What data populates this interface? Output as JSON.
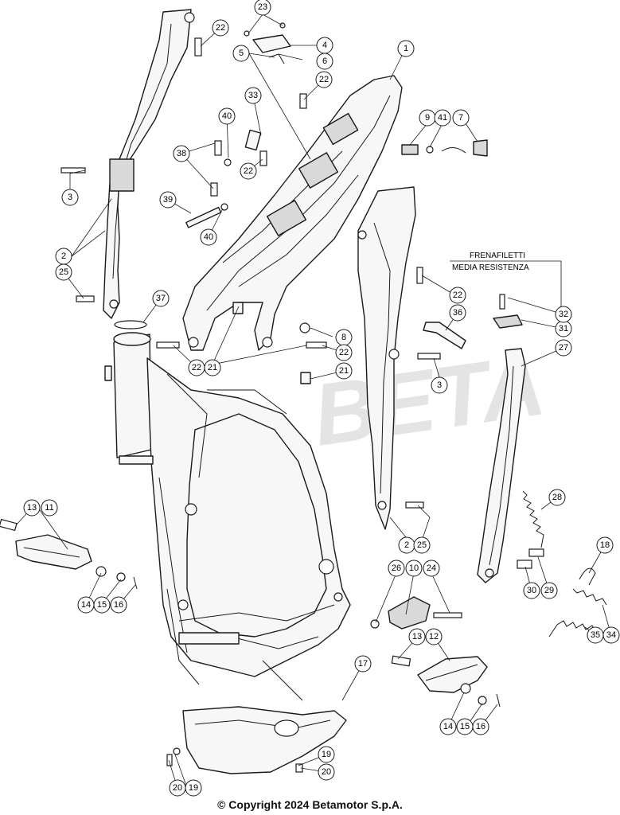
{
  "diagram": {
    "watermark": "BETA",
    "note": {
      "line1": "FRENAFILETTI",
      "line2": "MEDIA RESISTENZA"
    },
    "callouts": [
      {
        "id": "c1",
        "label": "1"
      },
      {
        "id": "c2a",
        "label": "2"
      },
      {
        "id": "c2b",
        "label": "2"
      },
      {
        "id": "c3a",
        "label": "3"
      },
      {
        "id": "c3b",
        "label": "3"
      },
      {
        "id": "c4",
        "label": "4"
      },
      {
        "id": "c5",
        "label": "5"
      },
      {
        "id": "c6",
        "label": "6"
      },
      {
        "id": "c7",
        "label": "7"
      },
      {
        "id": "c8",
        "label": "8"
      },
      {
        "id": "c9",
        "label": "9"
      },
      {
        "id": "c10",
        "label": "10"
      },
      {
        "id": "c11",
        "label": "11"
      },
      {
        "id": "c12",
        "label": "12"
      },
      {
        "id": "c13a",
        "label": "13"
      },
      {
        "id": "c13b",
        "label": "13"
      },
      {
        "id": "c14a",
        "label": "14"
      },
      {
        "id": "c14b",
        "label": "14"
      },
      {
        "id": "c15a",
        "label": "15"
      },
      {
        "id": "c15b",
        "label": "15"
      },
      {
        "id": "c16a",
        "label": "16"
      },
      {
        "id": "c16b",
        "label": "16"
      },
      {
        "id": "c17",
        "label": "17"
      },
      {
        "id": "c18",
        "label": "18"
      },
      {
        "id": "c19a",
        "label": "19"
      },
      {
        "id": "c19b",
        "label": "19"
      },
      {
        "id": "c20a",
        "label": "20"
      },
      {
        "id": "c20b",
        "label": "20"
      },
      {
        "id": "c21a",
        "label": "21"
      },
      {
        "id": "c21b",
        "label": "21"
      },
      {
        "id": "c22a",
        "label": "22"
      },
      {
        "id": "c22b",
        "label": "22"
      },
      {
        "id": "c22c",
        "label": "22"
      },
      {
        "id": "c22d",
        "label": "22"
      },
      {
        "id": "c22e",
        "label": "22"
      },
      {
        "id": "c22f",
        "label": "22"
      },
      {
        "id": "c23",
        "label": "23"
      },
      {
        "id": "c24",
        "label": "24"
      },
      {
        "id": "c25a",
        "label": "25"
      },
      {
        "id": "c25b",
        "label": "25"
      },
      {
        "id": "c26",
        "label": "26"
      },
      {
        "id": "c27",
        "label": "27"
      },
      {
        "id": "c28",
        "label": "28"
      },
      {
        "id": "c29",
        "label": "29"
      },
      {
        "id": "c30",
        "label": "30"
      },
      {
        "id": "c31",
        "label": "31"
      },
      {
        "id": "c32",
        "label": "32"
      },
      {
        "id": "c33",
        "label": "33"
      },
      {
        "id": "c34",
        "label": "34"
      },
      {
        "id": "c35",
        "label": "35"
      },
      {
        "id": "c36",
        "label": "36"
      },
      {
        "id": "c37",
        "label": "37"
      },
      {
        "id": "c38",
        "label": "38"
      },
      {
        "id": "c39",
        "label": "39"
      },
      {
        "id": "c40a",
        "label": "40"
      },
      {
        "id": "c40b",
        "label": "40"
      },
      {
        "id": "c41",
        "label": "41"
      }
    ]
  },
  "footer": {
    "copyright": "© Copyright 2024 Betamotor S.p.A."
  }
}
